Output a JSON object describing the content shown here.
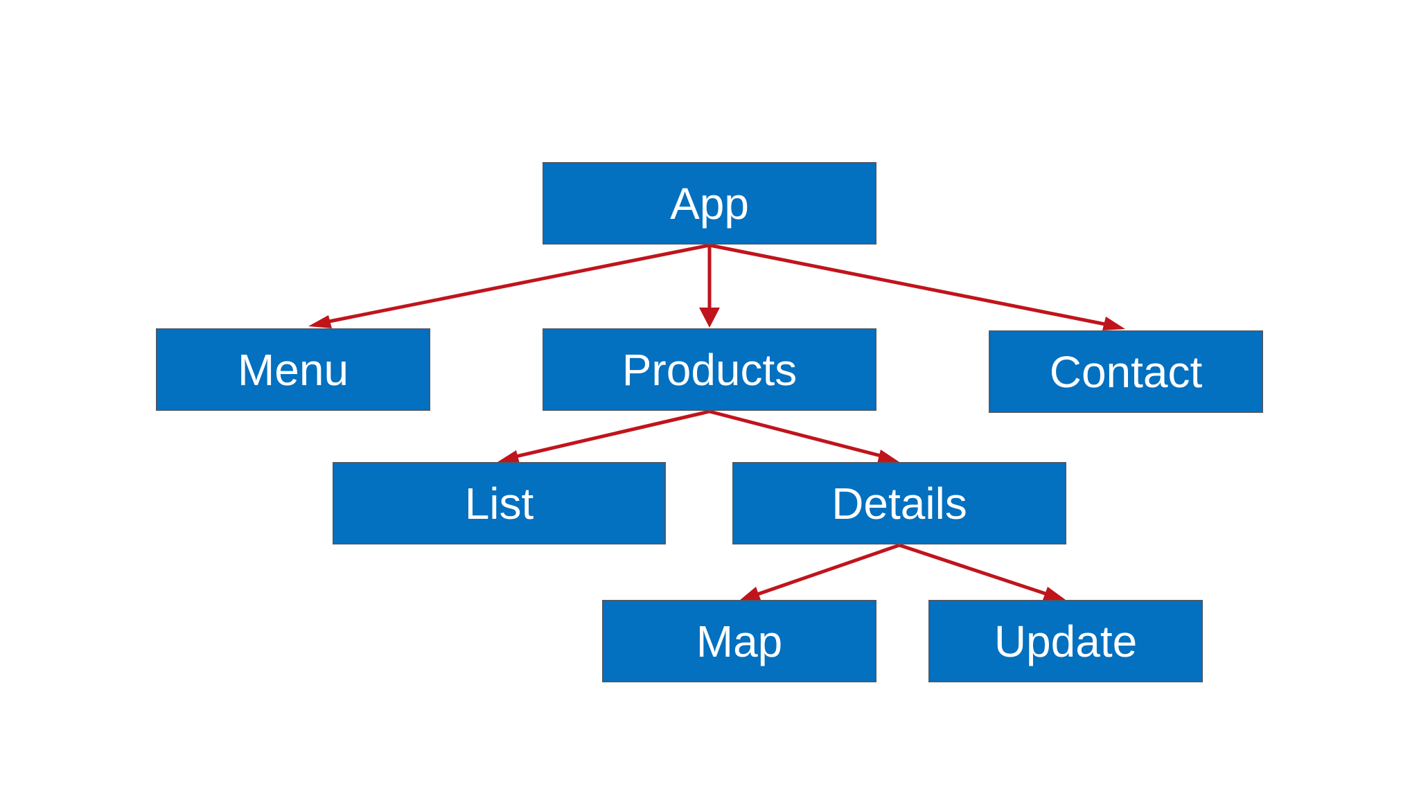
{
  "colors": {
    "node_fill": "#0370c0",
    "node_border": "#4a5a6a",
    "node_text": "#ffffff",
    "arrow": "#c0141c",
    "background": "#ffffff"
  },
  "nodes": {
    "app": "App",
    "menu": "Menu",
    "products": "Products",
    "contact": "Contact",
    "list": "List",
    "details": "Details",
    "map": "Map",
    "update": "Update"
  },
  "edges": [
    {
      "from": "app",
      "to": "menu"
    },
    {
      "from": "app",
      "to": "products"
    },
    {
      "from": "app",
      "to": "contact"
    },
    {
      "from": "products",
      "to": "list"
    },
    {
      "from": "products",
      "to": "details"
    },
    {
      "from": "details",
      "to": "map"
    },
    {
      "from": "details",
      "to": "update"
    }
  ]
}
